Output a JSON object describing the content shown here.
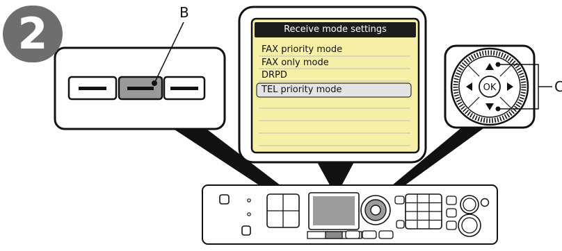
{
  "step": {
    "number": "2"
  },
  "callouts": {
    "function_button_label": "B",
    "arrow_keys_label": "C"
  },
  "lcd": {
    "title": "Receive mode settings",
    "items": [
      "FAX priority mode",
      "FAX only mode",
      "DRPD",
      "TEL priority mode"
    ],
    "selected_index": 3
  },
  "control_pad": {
    "ok_label": "OK"
  },
  "colors": {
    "badge": "#6e6e6e",
    "lcd_bg": "#f6f0a6",
    "lcd_header": "#1d1d1d"
  }
}
